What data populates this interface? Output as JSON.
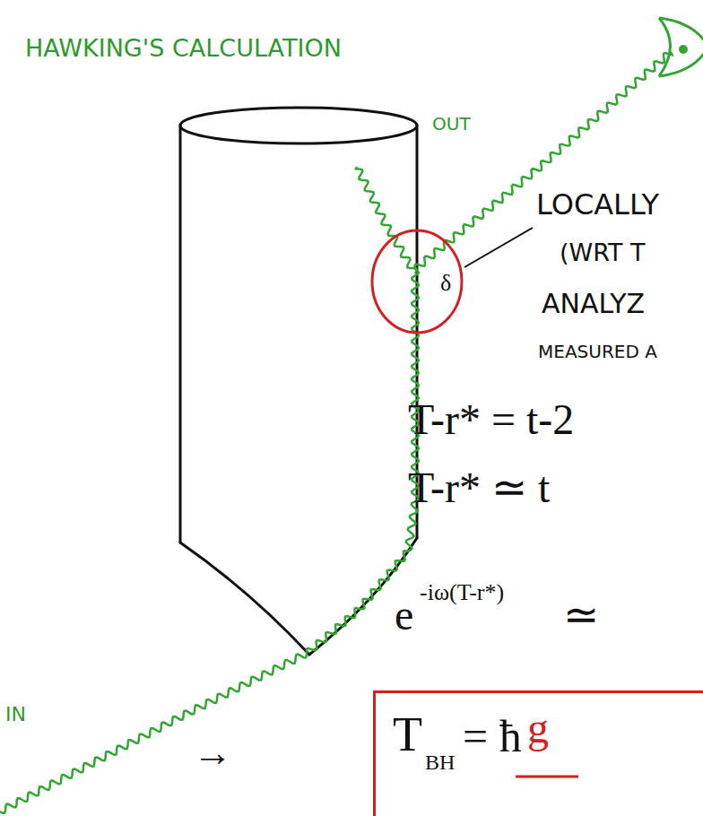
{
  "diagram": {
    "nodes": [
      {
        "text": [
          "δ"
        ]
      },
      {
        "text": [
          "T",
          "BH",
          "= ħ",
          "g"
        ]
      }
    ],
    "labels": [
      "HAWKING'S CALCULATION",
      "OUT",
      "LOCALLY",
      "(WRT T",
      "ANALYZ",
      "MEASURED A",
      "T-r* = t-2",
      "T-r* ≃ t",
      "e",
      "-iω(T-r*)",
      "≃",
      "IN",
      "→"
    ]
  }
}
